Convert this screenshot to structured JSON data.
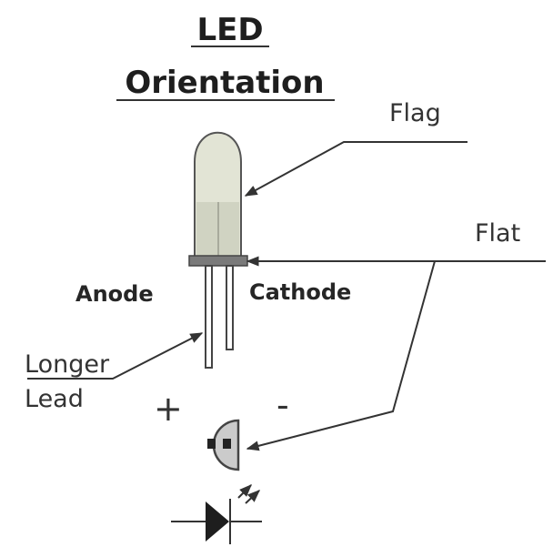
{
  "title": {
    "line1": "LED",
    "line2": "Orientation"
  },
  "labels": {
    "flag": "Flag",
    "flat": "Flat",
    "anode": "Anode",
    "cathode": "Cathode",
    "longer": "Longer",
    "lead": "Lead",
    "plus": "+",
    "minus": "-"
  },
  "colors": {
    "ink": "#333333",
    "led_body": "#d9dbcc",
    "led_lens": "#e4e6d8",
    "top_view": "#cfcfcf"
  }
}
